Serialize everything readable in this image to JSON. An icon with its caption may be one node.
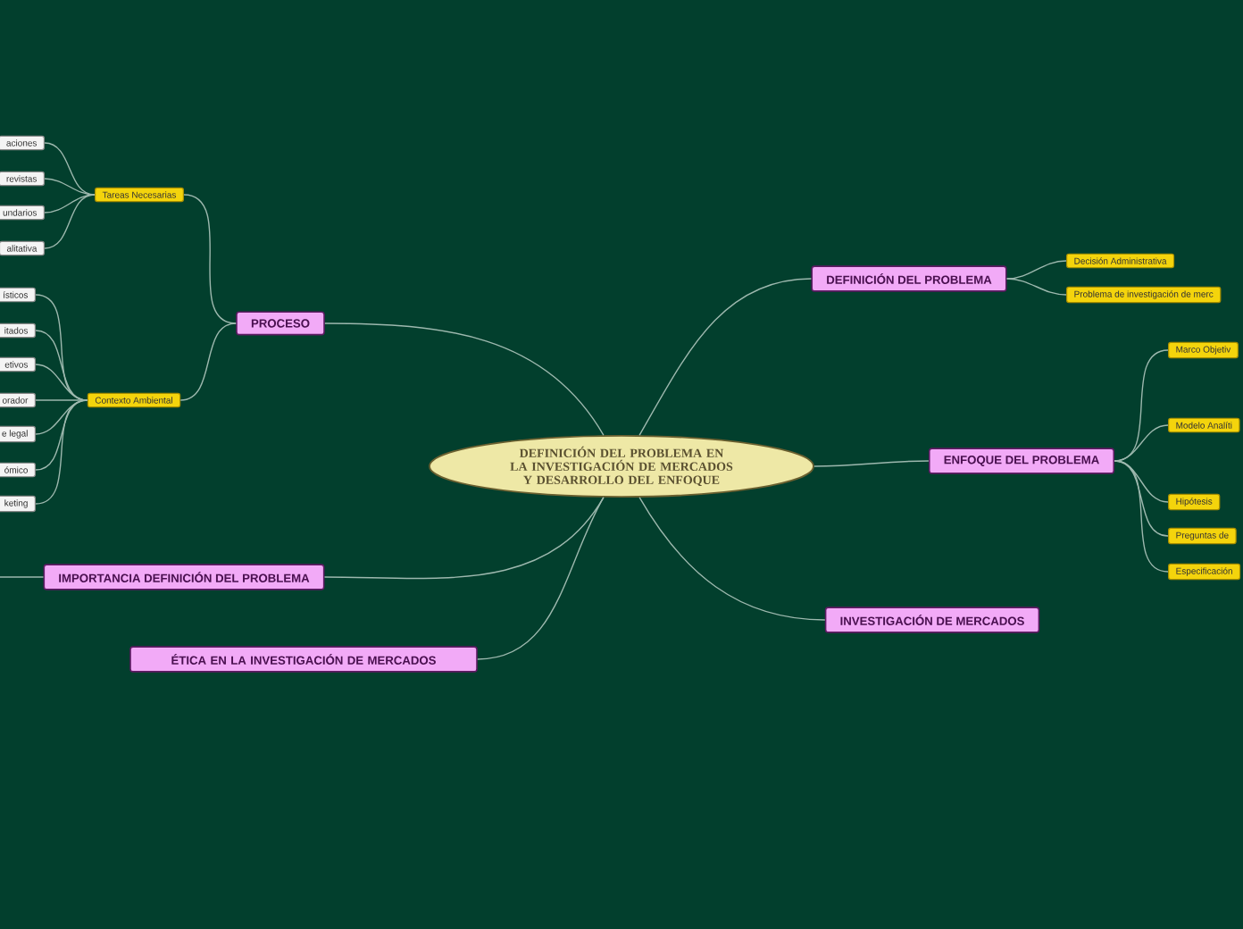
{
  "diagram": {
    "nodes": [
      {
        "text": [
          "DEFINICIÓN DEL PROBLEMA EN LA INVESTIGACIÓN DE MERCADOS Y DESARROLLO DEL ENFOQUE"
        ]
      },
      {
        "text": [
          "PROCESO"
        ]
      },
      {
        "text": [
          "Tareas Necesarias"
        ]
      },
      {
        "text": [
          "aciones"
        ]
      },
      {
        "text": [
          "revistas"
        ]
      },
      {
        "text": [
          "undarios"
        ]
      },
      {
        "text": [
          "alitativa"
        ]
      },
      {
        "text": [
          "Contexto Ambiental"
        ]
      },
      {
        "text": [
          "ísticos"
        ]
      },
      {
        "text": [
          "itados"
        ]
      },
      {
        "text": [
          "etivos"
        ]
      },
      {
        "text": [
          "orador"
        ]
      },
      {
        "text": [
          "e legal"
        ]
      },
      {
        "text": [
          "ómico"
        ]
      },
      {
        "text": [
          "keting"
        ]
      },
      {
        "text": [
          "DEFINICIÓN DEL PROBLEMA"
        ]
      },
      {
        "text": [
          "Decisión Administrativa"
        ]
      },
      {
        "text": [
          "Problema de investigación de merc"
        ]
      },
      {
        "text": [
          "ENFOQUE DEL PROBLEMA"
        ]
      },
      {
        "text": [
          "Marco Objetiv"
        ]
      },
      {
        "text": [
          "Modelo Analíti"
        ]
      },
      {
        "text": [
          "Hipótesis"
        ]
      },
      {
        "text": [
          "Preguntas de"
        ]
      },
      {
        "text": [
          "Especificación"
        ]
      },
      {
        "text": [
          "INVESTIGACIÓN DE MERCADOS"
        ]
      },
      {
        "text": [
          "IMPORTANCIA DEFINICIÓN DEL PROBLEMA"
        ]
      },
      {
        "text": [
          "ÉTICA EN LA INVESTIGACIÓN DE MERCADOS"
        ]
      }
    ],
    "edges": [
      {
        "from": 0,
        "to": 1,
        "arrow": "none"
      },
      {
        "from": 1,
        "to": 2,
        "arrow": "none"
      },
      {
        "from": 2,
        "to": 3,
        "arrow": "none"
      },
      {
        "from": 2,
        "to": 4,
        "arrow": "none"
      },
      {
        "from": 2,
        "to": 5,
        "arrow": "none"
      },
      {
        "from": 2,
        "to": 6,
        "arrow": "none"
      },
      {
        "from": 1,
        "to": 7,
        "arrow": "none"
      },
      {
        "from": 7,
        "to": 8,
        "arrow": "none"
      },
      {
        "from": 7,
        "to": 9,
        "arrow": "none"
      },
      {
        "from": 7,
        "to": 10,
        "arrow": "none"
      },
      {
        "from": 7,
        "to": 11,
        "arrow": "none"
      },
      {
        "from": 7,
        "to": 12,
        "arrow": "none"
      },
      {
        "from": 7,
        "to": 13,
        "arrow": "none"
      },
      {
        "from": 7,
        "to": 14,
        "arrow": "none"
      },
      {
        "from": 0,
        "to": 15,
        "arrow": "none"
      },
      {
        "from": 15,
        "to": 16,
        "arrow": "none"
      },
      {
        "from": 15,
        "to": 17,
        "arrow": "none"
      },
      {
        "from": 0,
        "to": 18,
        "arrow": "none"
      },
      {
        "from": 18,
        "to": 19,
        "arrow": "none"
      },
      {
        "from": 18,
        "to": 20,
        "arrow": "none"
      },
      {
        "from": 18,
        "to": 21,
        "arrow": "none"
      },
      {
        "from": 18,
        "to": 22,
        "arrow": "none"
      },
      {
        "from": 18,
        "to": 23,
        "arrow": "none"
      },
      {
        "from": 0,
        "to": 24,
        "arrow": "none"
      },
      {
        "from": 0,
        "to": 25,
        "arrow": "none"
      },
      {
        "from": 25,
        "to": null,
        "arrow": "none"
      },
      {
        "from": 0,
        "to": 26,
        "arrow": "none"
      }
    ]
  }
}
